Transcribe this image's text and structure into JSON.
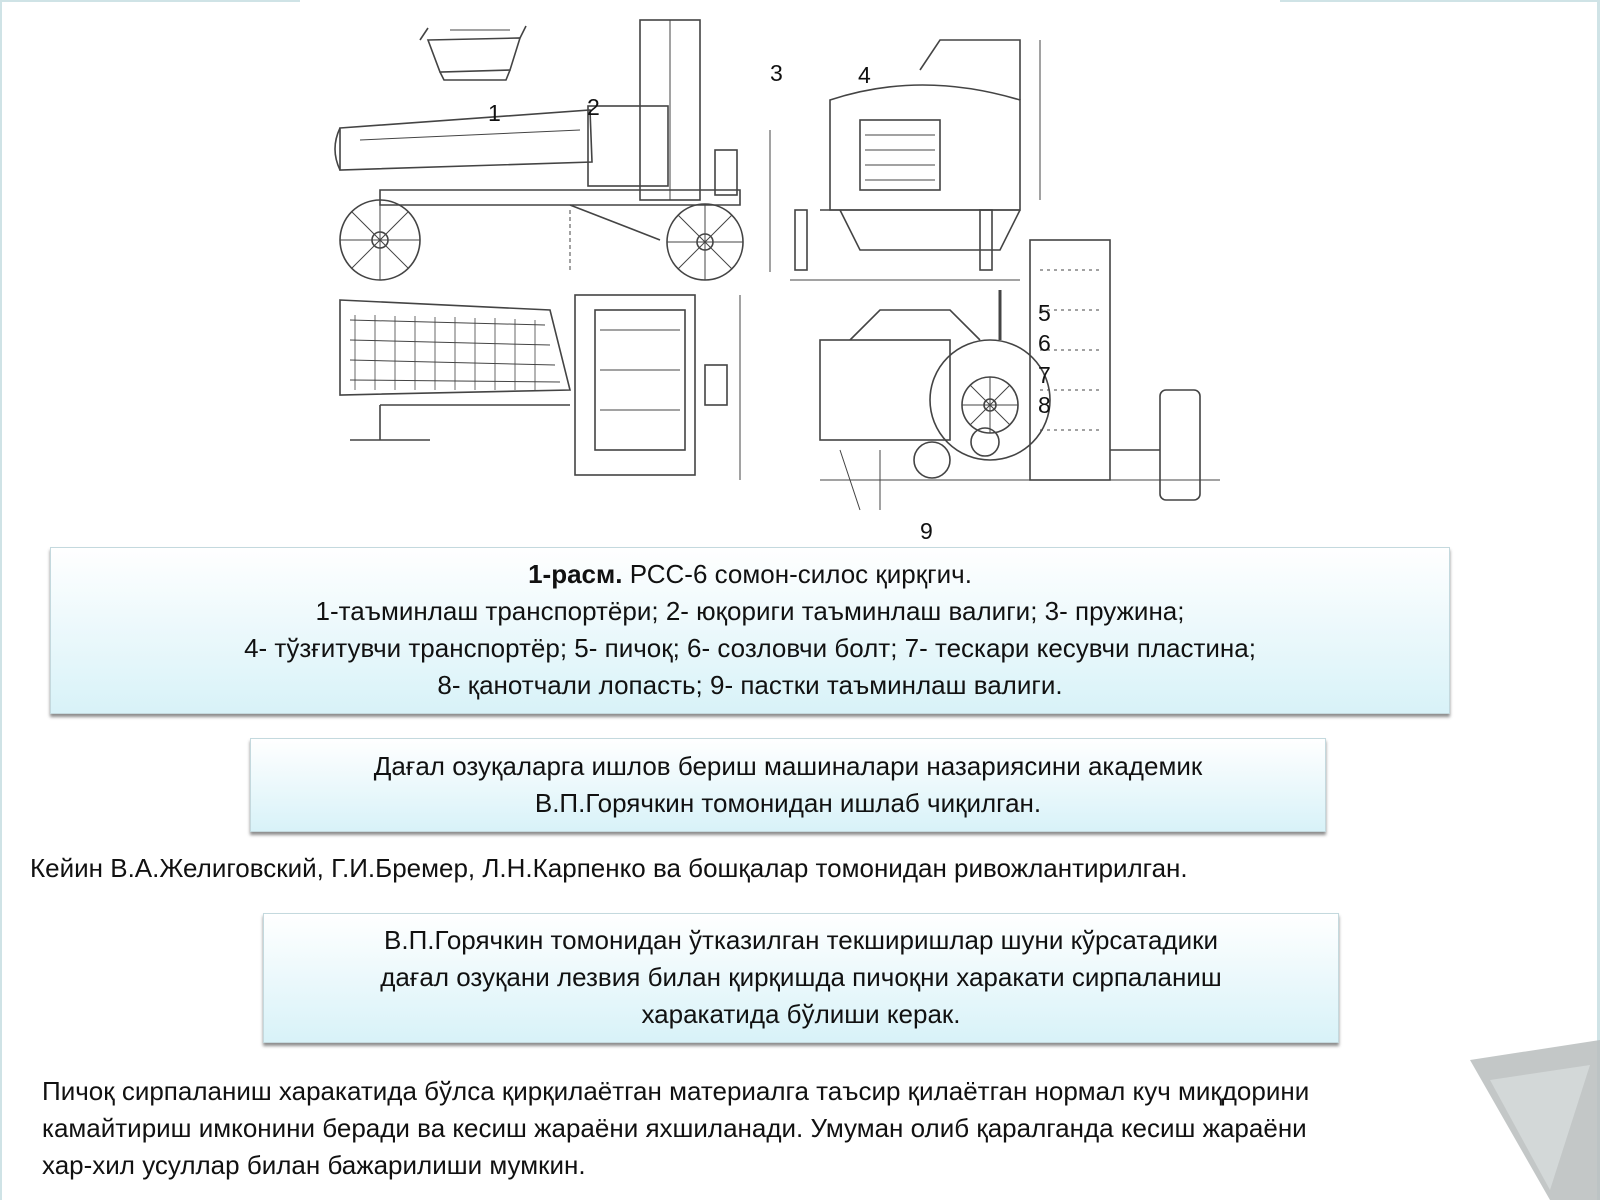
{
  "figure": {
    "callouts": [
      "1",
      "2",
      "3",
      "4",
      "5",
      "6",
      "7",
      "8",
      "9"
    ]
  },
  "caption": {
    "bold_label": "1-расм.",
    "title": " РСС-6 сомон-силос қирқгич.",
    "line2": "1-таъминлаш транспортёри; 2- юқориги таъминлаш валиги; 3- пружина;",
    "line3": "4- тўзғитувчи транспортёр; 5- пичоқ; 6- созловчи болт; 7- тескари кесувчи пластина;",
    "line4": "8- қанотчали лопасть; 9- пастки таъминлаш валиги."
  },
  "box2": {
    "line1": "Дағал озуқаларга ишлов бериш машиналари назариясини академик",
    "line2": "В.П.Горячкин томонидан ишлаб чиқилган."
  },
  "line_after": "Кейин В.А.Желиговский, Г.И.Бремер, Л.Н.Карпенко ва бошқалар томонидан ривожлантирилган.",
  "box3": {
    "line1": "В.П.Горячкин томонидан ўтказилган текширишлар шуни кўрсатадики",
    "line2": "дағал озуқани лезвия билан қирқишда пичоқни харакати сирпаланиш",
    "line3": "харакатида бўлиши керак."
  },
  "bottom_para": {
    "line1": "Пичоқ сирпаланиш харакатида бўлса қирқилаётган материалга таъсир қилаётган нормал куч миқдорини",
    "line2": "камайтириш имконини беради ва кесиш жараёни яхшиланади. Умуман олиб қаралганда кесиш жараёни",
    "line3": "хар-хил усуллар билан бажарилиши мумкин."
  }
}
